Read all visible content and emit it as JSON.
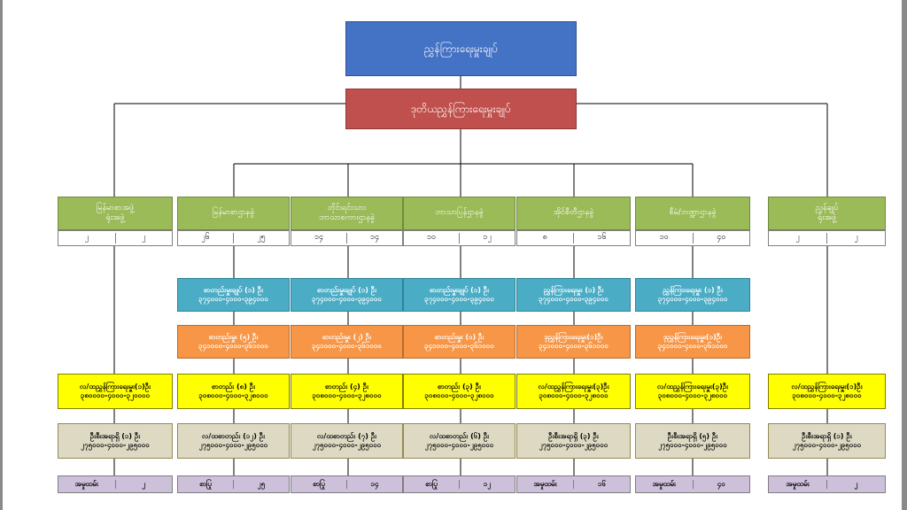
{
  "colors": {
    "head": "#4472c4",
    "deputy": "#c0504d",
    "department": "#9bbb59",
    "director": "#4bacc6",
    "deputy_director": "#f79646",
    "assistant_director": "#ffff00",
    "officer": "#ddd9c3",
    "staff_total": "#ccc0da"
  },
  "head": {
    "label": "ညွှန်ကြားရေးမှူးချုပ်"
  },
  "deputy": {
    "label": "ဒုတိယညွှန်ကြားရေးမှူးချုပ်"
  },
  "columns": [
    {
      "name": [
        "မြန်မာစာအဖွဲ့",
        "ရုံးအဖွဲ့"
      ],
      "counts": [
        "၂",
        "၂"
      ],
      "l4": null,
      "l5": null,
      "l6": [
        "လ/ထညွှန်ကြားရေးမှူး(၁)ဦး",
        "၃၈၀၀၀၀-၄၀၀၀-၃၂၀၀၀၀"
      ],
      "l7": [
        "ဦးစီးအရာရှိ (၁) ဦး",
        "၂၇၅၀၀၀-၄၀၀၀-၂၉၅၀၀၀"
      ],
      "l8": [
        "အမှုထမ်း",
        "၂"
      ]
    },
    {
      "name": [
        "မြန်မာစာဌာနခွဲ"
      ],
      "counts": [
        "၂၆",
        "၂၅"
      ],
      "l4": [
        "စာတည်းမှူးချုပ် (၁) ဦး",
        "၃၇၄၀၀၀-၄၀၀၀-၃၉၄၀၀၀"
      ],
      "l5": [
        "စာတည်းမှူး (၅) ဦး",
        "၃၄၁၀၀၀-၄၀၀၀-၃၆၁၀၀၀"
      ],
      "l6": [
        "စာတည်း (၈) ဦး",
        "၃၀၈၀၀၀-၄၀၀၀-၃၂၈၀၀၀"
      ],
      "l7": [
        "လ/ထစာတည်း (၁၂) ဦး",
        "၂၇၅၀၀၀-၄၀၀၀-၂၉၅၀၀၀"
      ],
      "l8": [
        "စာပြု",
        "၂၅"
      ]
    },
    {
      "name": [
        "တိုင်းရင်းသား",
        "ဘာသာစကားဌာနခွဲ"
      ],
      "counts": [
        "၁၄",
        "၁၄"
      ],
      "l4": [
        "စာတည်းမှူးချုပ် (၁) ဦး",
        "၃၇၄၀၀၀-၄၀၀၀-၃၉၄၀၀၀"
      ],
      "l5": [
        "စာတည်းမှူး (၂) ဦး",
        "၃၄၁၀၀၀-၄၀၀၀-၃၆၁၀၀၀"
      ],
      "l6": [
        "စာတည်း (၄) ဦး",
        "၃၀၈၀၀၀-၄၀၀၀-၃၂၈၀၀၀"
      ],
      "l7": [
        "လ/ထစာတည်း (၇) ဦး",
        "၂၇၅၀၀၀-၄၀၀၀-၂၉၅၀၀၀"
      ],
      "l8": [
        "စာပြု",
        "၁၄"
      ]
    },
    {
      "name": [
        "ဘာသာပြန်ဌာနခွဲ"
      ],
      "counts": [
        "၁၀",
        "၁၂"
      ],
      "l4": [
        "စာတည်းမှူးချုပ် (၁) ဦး",
        "၃၇၄၀၀၀-၄၀၀၀-၃၉၄၀၀၀"
      ],
      "l5": [
        "စာတည်းမှူး (၁) ဦး",
        "၃၄၁၀၀၀-၄၀၀၀-၃၆၁၀၀၀"
      ],
      "l6": [
        "စာတည်း (၃) ဦး",
        "၃၀၈၀၀၀-၄၀၀၀-၃၂၈၀၀၀"
      ],
      "l7": [
        "လ/ထစာတည်း (၆) ဦး",
        "၂၇၅၀၀၀-၄၀၀၀-၂၉၅၀၀၀"
      ],
      "l8": [
        "စာပြု",
        "၁၂"
      ]
    },
    {
      "name": [
        "အိုင်စီတီဌာနခွဲ"
      ],
      "counts": [
        "၈",
        "၁၆"
      ],
      "l4": [
        "ညွှန်ကြားရေးမှူး (၁) ဦး",
        "၃၇၄၀၀၀-၄၀၀၀-၃၉၄၀၀၀"
      ],
      "l5": [
        "ဒုညွှန်ကြားရေးမှူး(၁)ဦး",
        "၃၄၁၀၀၀-၄၀၀၀-၃၆၁၀၀၀"
      ],
      "l6": [
        "လ/ထညွှန်ကြားရေးမှူး(၃)ဦး",
        "၃၀၈၀၀၀-၄၀၀၀-၃၂၈၀၀၀"
      ],
      "l7": [
        "ဦးစီးအရာရှိ (၃) ဦး",
        "၂၇၅၀၀၀-၄၀၀၀-၂၉၅၀၀၀"
      ],
      "l8": [
        "အမှုထမ်း",
        "၁၆"
      ]
    },
    {
      "name": [
        "စီမံ/ဘဏ္ဍာဌာနခွဲ"
      ],
      "counts": [
        "၁၀",
        "၄၀"
      ],
      "l4": [
        "ညွှန်ကြားရေးမှူး (၁) ဦး",
        "၃၇၄၀၀၀-၄၀၀၀-၃၉၄၀၀၀"
      ],
      "l5": [
        "ဒုညွှန်ကြားရေးမှူး(၁)ဦး",
        "၃၄၁၀၀၀-၄၀၀၀-၃၆၁၀၀၀"
      ],
      "l6": [
        "လ/ထညွှန်ကြားရေးမှူး(၃)ဦး",
        "၃၀၈၀၀၀-၄၀၀၀-၃၂၈၀၀၀"
      ],
      "l7": [
        "ဦးစီးအရာရှိ (၅) ဦး",
        "၂၇၅၀၀၀-၄၀၀၀-၂၉၅၀၀၀"
      ],
      "l8": [
        "အမှုထမ်း",
        "၄၀"
      ]
    },
    {
      "name": [
        "ညွှန်ချုပ်",
        "ရုံးအဖွဲ့"
      ],
      "counts": [
        "၂",
        "၂"
      ],
      "l4": null,
      "l5": null,
      "l6": [
        "လ/ထညွှန်ကြားရေးမှူး(၁)ဦး",
        "၃၀၈၀၀၀-၄၀၀၀-၃၂၈၀၀၀"
      ],
      "l7": [
        "ဦးစီးအရာရှိ (၁) ဦး",
        "၂၇၅၀၀၀-၄၀၀၀-၂၉၅၀၀၀"
      ],
      "l8": [
        "အမှုထမ်း",
        "၂"
      ]
    }
  ]
}
